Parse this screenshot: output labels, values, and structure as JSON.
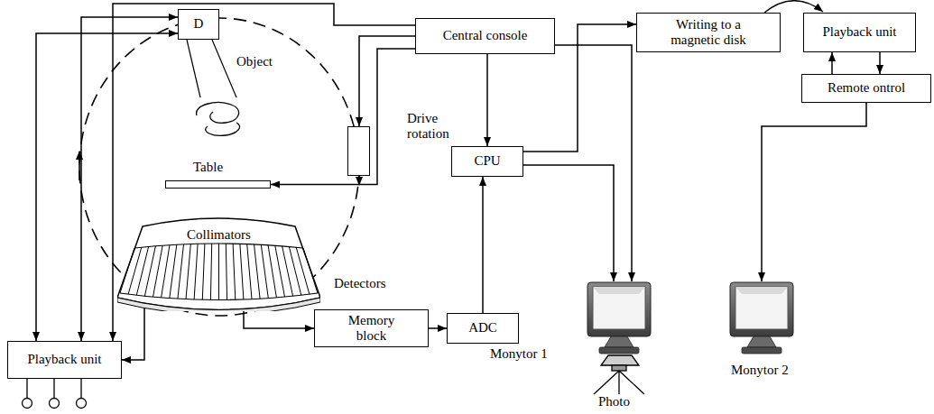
{
  "diagram": {
    "nodes": [
      {
        "text": [
          "D"
        ]
      },
      {
        "text": [
          "Central console"
        ]
      },
      {
        "text": [
          "Writing to a magnetic disk"
        ]
      },
      {
        "text": [
          "Playback unit"
        ]
      },
      {
        "text": [
          "Remote ontrol"
        ]
      },
      {
        "text": [
          "Table"
        ]
      },
      {
        "text": [
          "Drive rotation"
        ]
      },
      {
        "text": [
          "CPU"
        ]
      },
      {
        "text": [
          "Collimators"
        ]
      },
      {
        "text": [
          "Playback unit"
        ]
      },
      {
        "text": [
          "Memory block"
        ]
      },
      {
        "text": [
          "ADC"
        ]
      },
      {
        "text": [
          "Monytor 1"
        ]
      },
      {
        "text": [
          "Monytor 2"
        ]
      }
    ],
    "edges": [
      {
        "from": 1,
        "to": 9,
        "arrow": "to"
      },
      {
        "from": 0,
        "to": 9,
        "arrow": "both"
      },
      {
        "from": 0,
        "to": 9,
        "arrow": "both"
      },
      {
        "from": 1,
        "to": 5,
        "arrow": "to"
      },
      {
        "from": 1,
        "to": 6,
        "arrow": "to"
      },
      {
        "from": 1,
        "to": 7,
        "arrow": "to"
      },
      {
        "from": 1,
        "to": 12,
        "arrow": "to"
      },
      {
        "from": 7,
        "to": 12,
        "arrow": "to"
      },
      {
        "from": 7,
        "to": 2,
        "arrow": "to"
      },
      {
        "from": 2,
        "to": 3,
        "arrow": "to"
      },
      {
        "from": 3,
        "to": 4,
        "arrow": "to"
      },
      {
        "from": 4,
        "to": 3,
        "arrow": "to"
      },
      {
        "from": 4,
        "to": 13,
        "arrow": "to"
      },
      {
        "from": 8,
        "to": 10,
        "arrow": "to"
      },
      {
        "from": 8,
        "to": 9,
        "arrow": "to"
      },
      {
        "from": 10,
        "to": 11,
        "arrow": "to"
      },
      {
        "from": 11,
        "to": 7,
        "arrow": "to"
      }
    ],
    "labels": [
      "Object",
      "Detectors",
      "Photo"
    ]
  }
}
